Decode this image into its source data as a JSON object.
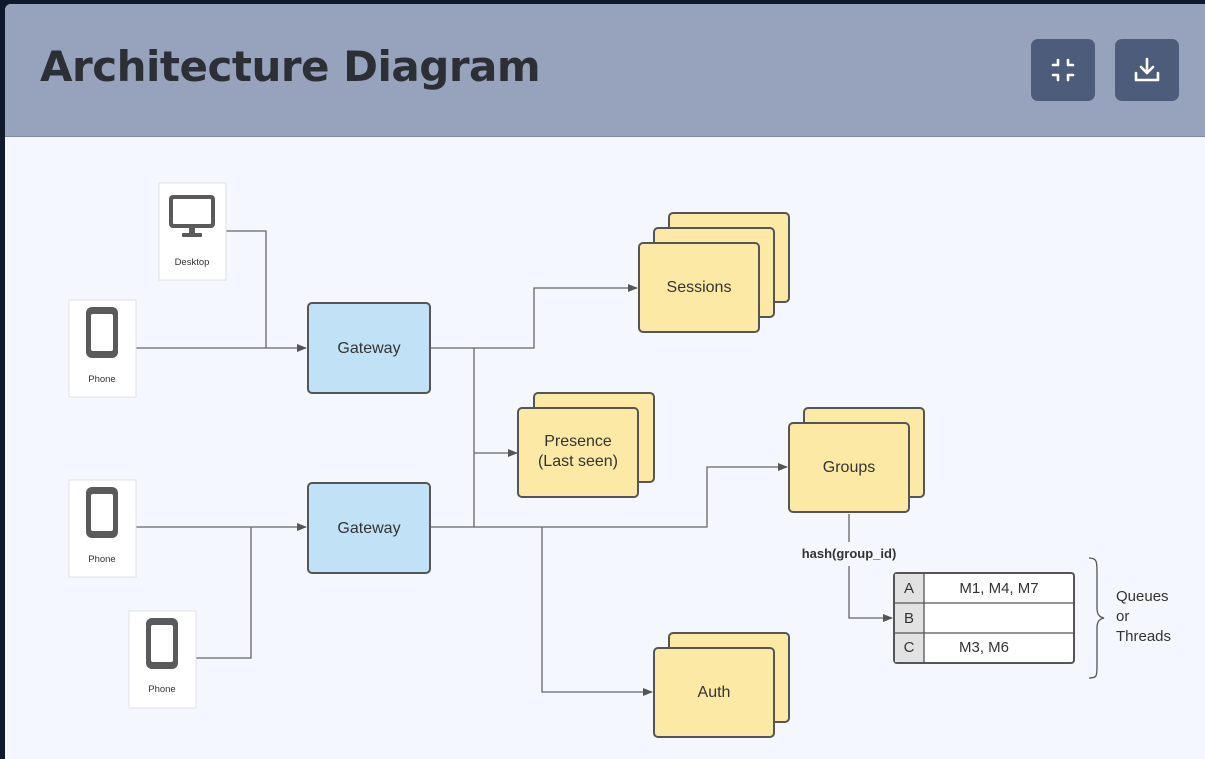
{
  "header": {
    "title": "Architecture Diagram",
    "buttons": [
      {
        "icon": "collapse-icon"
      },
      {
        "icon": "download-icon"
      }
    ]
  },
  "colors": {
    "header_bg": "#97a2bc",
    "button_bg": "#4e5c7b",
    "gateway_fill": "#c1e2f6",
    "service_fill": "#fde9a6",
    "canvas_bg": "#f4f7fd"
  },
  "diagram": {
    "clients": {
      "desktop": {
        "label": "Desktop",
        "icon": "desktop-icon"
      },
      "phone_1": {
        "label": "Phone",
        "icon": "phone-icon"
      },
      "phone_2": {
        "label": "Phone",
        "icon": "phone-icon"
      },
      "phone_3": {
        "label": "Phone",
        "icon": "phone-icon"
      }
    },
    "gateways": [
      "Gateway",
      "Gateway"
    ],
    "services": {
      "sessions": "Sessions",
      "presence": [
        "Presence",
        "(Last seen)"
      ],
      "groups": "Groups",
      "auth": "Auth"
    },
    "hash_label": "hash(group_id)",
    "queues": {
      "rows": [
        {
          "key": "A",
          "value": "M1, M4, M7"
        },
        {
          "key": "B",
          "value": ""
        },
        {
          "key": "C",
          "value": "M3, M6"
        }
      ],
      "label": [
        "Queues",
        "or",
        "Threads"
      ]
    }
  }
}
